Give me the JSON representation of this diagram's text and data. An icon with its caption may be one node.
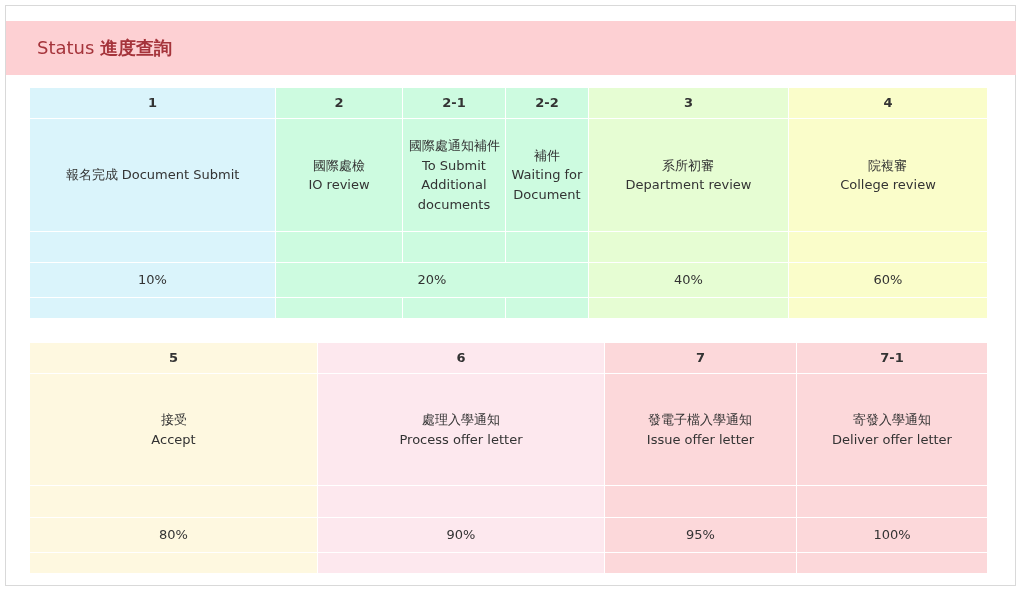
{
  "diagram": {
    "title": "Status **進度查詢**",
    "labels": [
      "1",
      "2",
      "2-1",
      "2-2",
      "3",
      "4",
      "報名完成 Document Submit",
      "國際處檢 IO review",
      "國際處通知補件 To Submit Additional documents",
      "補件 Waiting for Document",
      "系所初審 Department review",
      "院複審 College review",
      "10%",
      "20%",
      "40%",
      "60%",
      "5",
      "6",
      "7",
      "7-1",
      "接受 Accept",
      "處理入學通知 Process offer letter",
      "發電子檔入學通知 Issue offer letter",
      "寄發入學通知 Deliver offer letter",
      "80%",
      "90%",
      "95%",
      "100%"
    ]
  }
}
